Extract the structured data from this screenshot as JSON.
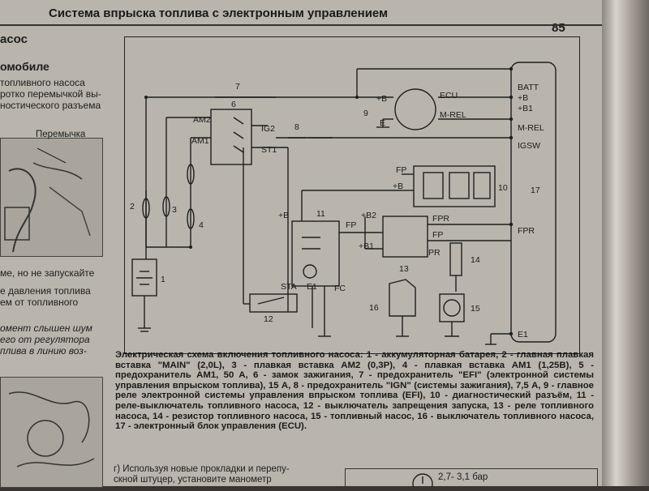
{
  "header": {
    "title": "Система впрыска топлива с электронным управлением",
    "page_number": "85"
  },
  "left_column": {
    "lines": [
      "асос",
      "омобиле",
      "топливного насоса",
      "ротко перемычкой вы-",
      "ностического разъема",
      "Перемычка",
      "ме, но не запускайте",
      "е давления топлива",
      "ем от топливного",
      "омент слышен шум",
      "его от регулятора",
      "плива в линию воз-"
    ]
  },
  "diagram": {
    "labels": {
      "n1": "1",
      "n2": "2",
      "n3": "3",
      "n4": "4",
      "n6": "6",
      "n7": "7",
      "n8": "8",
      "n9": "9",
      "n10": "10",
      "n11": "11",
      "n12": "12",
      "n13": "13",
      "n14": "14",
      "n15": "15",
      "n16": "16",
      "n17": "17",
      "am2": "AM2",
      "am1": "AM1",
      "ig2": "IG2",
      "st1": "ST1",
      "plus_b_ecu": "+B",
      "ecu": "ECU",
      "e": "E",
      "m_rel": "M-REL",
      "fp": "FP",
      "plus_b_conn": "+B",
      "plus_b_11": "+B",
      "fp_11": "FP",
      "sta": "STA",
      "e1_11": "E1",
      "fc": "FC",
      "plus_b2": "+B2",
      "plus_b1": "+B1",
      "fpr_13": "FPR",
      "fp_13": "FP",
      "pr": "PR",
      "batt": "BATT",
      "plus_b_r": "+B",
      "plus_b1_r": "+B1",
      "m_rel_r": "M-REL",
      "igsw": "IGSW",
      "fpr_r": "FPR",
      "e1_r": "E1"
    }
  },
  "caption": {
    "text": "Электрическая схема включения топливного насоса: 1 - аккумуляторная батарея, 2 - главная плавкая вставка \"MAIN\" (2,0L), 3 - плавкая вставка AM2 (0,3P), 4 - плавкая вставка AM1 (1,25B), 5 - предохранитель AM1, 50 A, 6 - замок зажигания, 7 - предохранитель \"EFI\" (электронной системы управления впрыском топлива), 15 А, 8 - предохранитель \"IGN\" (системы зажигания), 7,5 А, 9 - главное реле электронной системы управления впрыском топлива (EFI), 10 - диагностический разъём, 11 - реле-выключатель топливного насоса, 12 - выключатель запрещения запуска, 13 - реле топливного насоса, 14 - резистор топливного насоса, 15 - топливный насос, 16 - выключатель топливного насоса, 17 - электронный блок управления (ECU)."
  },
  "bottom": {
    "line1": "г) Используя новые прокладки и перепу-",
    "line2": "скной штуцер, установите манометр",
    "gauge": "2,7- 3,1 бар"
  }
}
